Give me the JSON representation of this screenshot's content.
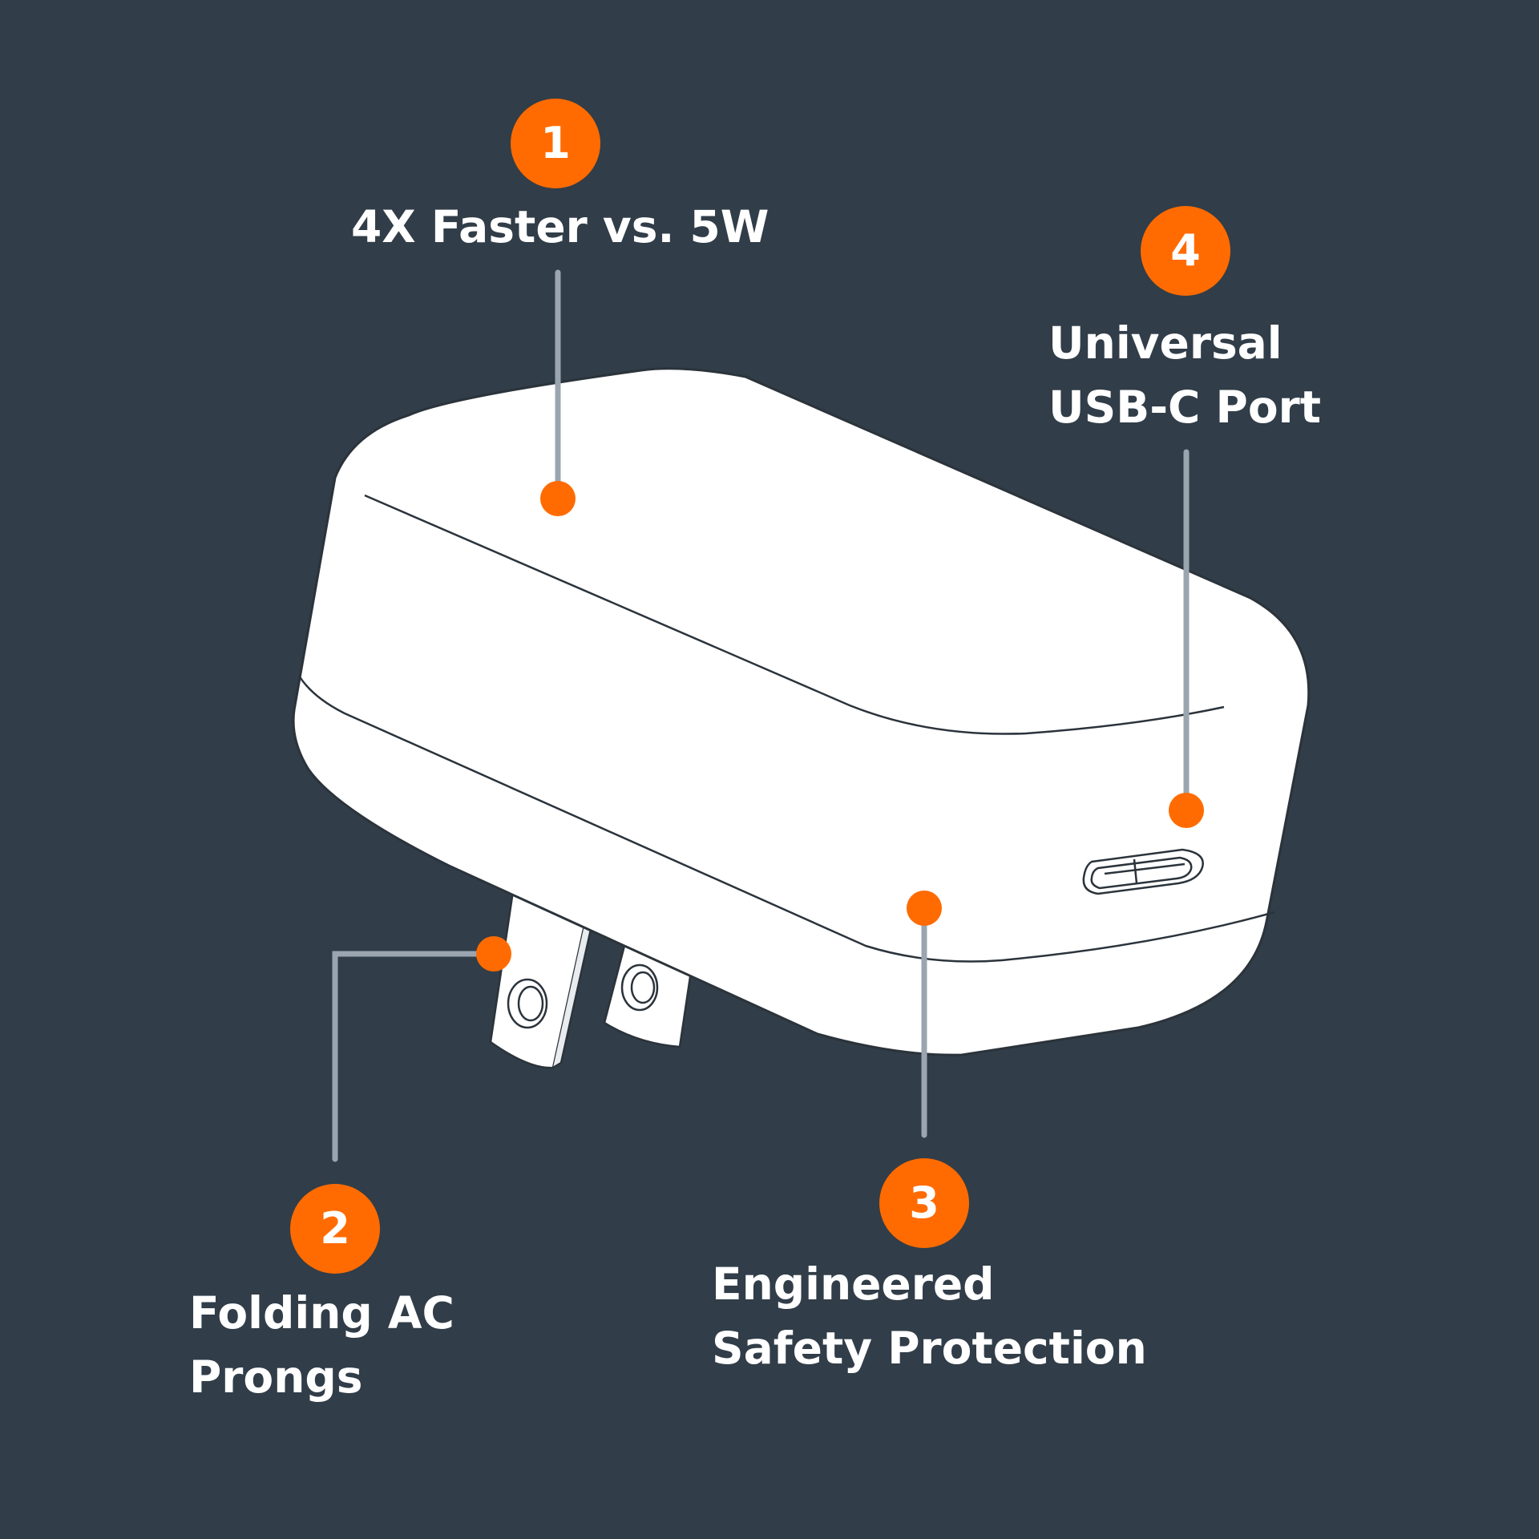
{
  "colors": {
    "background": "#313d48",
    "accent": "#ff6b00",
    "leader": "#9ba5b0",
    "device": "#ffffff",
    "outline": "#2b333b"
  },
  "features": [
    {
      "number": "1",
      "lines": [
        "4X Faster vs. 5W"
      ]
    },
    {
      "number": "2",
      "lines": [
        "Folding AC",
        "Prongs"
      ]
    },
    {
      "number": "3",
      "lines": [
        "Engineered",
        "Safety Protection"
      ]
    },
    {
      "number": "4",
      "lines": [
        "Universal",
        "USB-C Port"
      ]
    }
  ]
}
